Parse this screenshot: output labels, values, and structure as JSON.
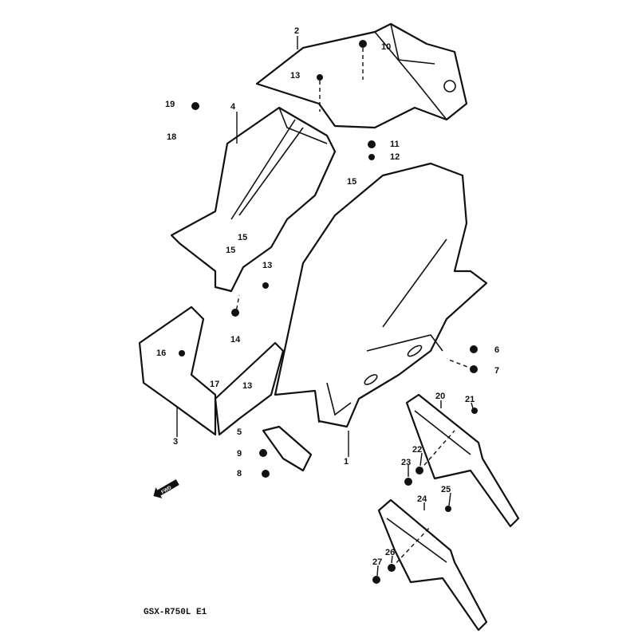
{
  "diagram": {
    "model_code": "GSX-R750L  E1",
    "fwd_marker": "FWD",
    "callouts": [
      "1",
      "2",
      "3",
      "4",
      "5",
      "6",
      "7",
      "8",
      "9",
      "10",
      "11",
      "12",
      "13",
      "13",
      "13",
      "14",
      "15",
      "15",
      "15",
      "16",
      "17",
      "18",
      "19",
      "20",
      "21",
      "22",
      "23",
      "24",
      "25",
      "26",
      "27"
    ]
  }
}
